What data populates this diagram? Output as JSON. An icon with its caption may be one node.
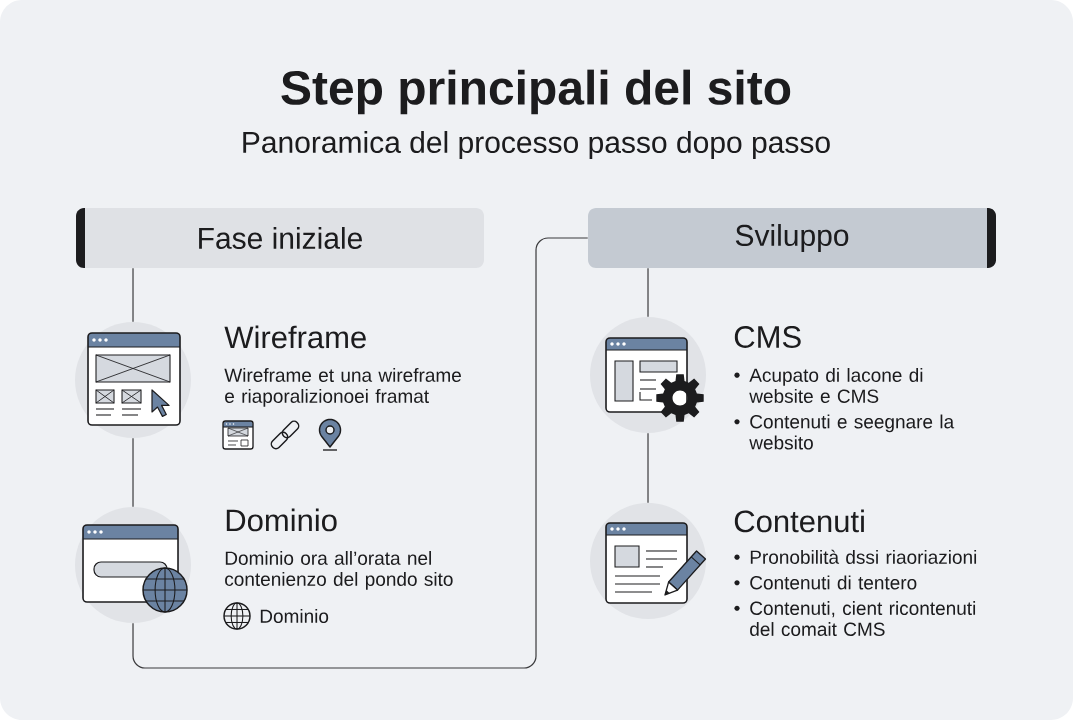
{
  "diagram": {
    "title": "Step principali del sito",
    "nodes": [
      {
        "text": [
          "Fase iniziale"
        ]
      },
      {
        "text": [
          "Wireframe",
          "Wireframe et una wireframe e riaporalizionoei framat"
        ]
      },
      {
        "text": [
          "Dominio",
          "Dominio ora all’orata nel contenienzo del pondo sito",
          "Dominio"
        ]
      },
      {
        "text": [
          "Sviluppo"
        ]
      },
      {
        "text": [
          "CMS",
          "Acupato di lacone di website e CMS",
          "Contenuti e seegnare la websito"
        ]
      },
      {
        "text": [
          "Contenuti",
          "Pronobilità dssi riaoriazioni",
          "Contenuti di tentero",
          "Contenuti, cient ricontenuti del comait CMS"
        ]
      }
    ],
    "edges": [
      {
        "from": 0,
        "to": 1,
        "arrow": "none"
      },
      {
        "from": 1,
        "to": 2,
        "arrow": "none"
      },
      {
        "from": 2,
        "to": 3,
        "arrow": "none"
      },
      {
        "from": 3,
        "to": 4,
        "arrow": "none"
      },
      {
        "from": 4,
        "to": 5,
        "arrow": "none"
      }
    ],
    "labels": [
      "Panoramica del processo passo dopo passo"
    ]
  }
}
